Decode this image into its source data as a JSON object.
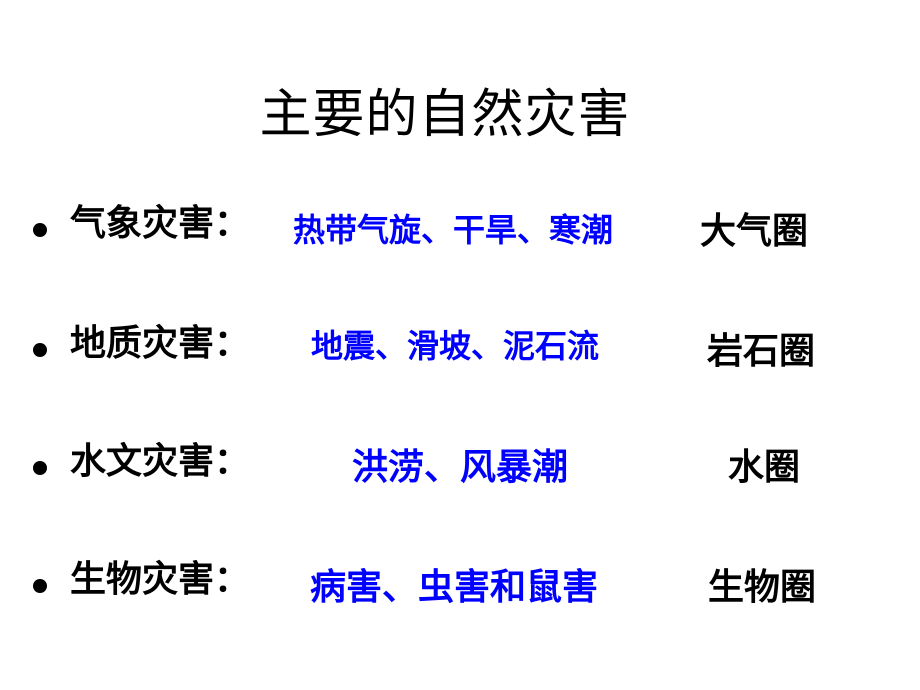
{
  "slide": {
    "title": "主要的自然灾害",
    "colors": {
      "text": "#000000",
      "examples": "#0000ff",
      "background": "#ffffff"
    },
    "items": [
      {
        "category": "气象灾害：",
        "examples": "热带气旋、干旱、寒潮",
        "sphere": "大气圈"
      },
      {
        "category": "地质灾害：",
        "examples": "地震、滑坡、泥石流",
        "sphere": "岩石圈"
      },
      {
        "category": "水文灾害：",
        "examples": "洪涝、风暴潮",
        "sphere": "水圈"
      },
      {
        "category": "生物灾害：",
        "examples": "病害、虫害和鼠害",
        "sphere": "生物圈"
      }
    ]
  }
}
